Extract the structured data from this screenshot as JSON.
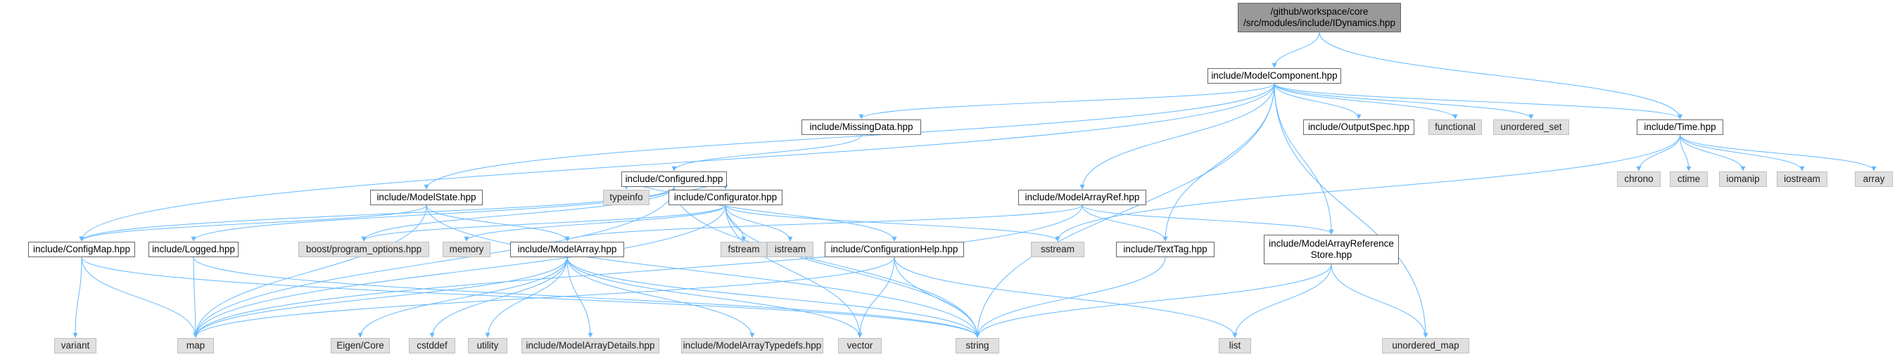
{
  "root": {
    "line1": "/github/workspace/core",
    "line2": "/src/modules/include/IDynamics.hpp"
  },
  "nodes": {
    "model_component": "include/ModelComponent.hpp",
    "missing_data": "include/MissingData.hpp",
    "output_spec": "include/OutputSpec.hpp",
    "functional": "functional",
    "unordered_set": "unordered_set",
    "time": "include/Time.hpp",
    "configured": "include/Configured.hpp",
    "chrono": "chrono",
    "ctime": "ctime",
    "iomanip": "iomanip",
    "iostream": "iostream",
    "array": "array",
    "model_state": "include/ModelState.hpp",
    "typeinfo": "typeinfo",
    "configurator": "include/Configurator.hpp",
    "model_array_ref": "include/ModelArrayRef.hpp",
    "config_map": "include/ConfigMap.hpp",
    "logged": "include/Logged.hpp",
    "boost_po": "boost/program_options.hpp",
    "memory": "memory",
    "model_array": "include/ModelArray.hpp",
    "fstream": "fstream",
    "istream": "istream",
    "configuration_help": "include/ConfigurationHelp.hpp",
    "sstream": "sstream",
    "text_tag": "include/TextTag.hpp",
    "mars_line1": "include/ModelArrayReference",
    "mars_line2": "Store.hpp",
    "variant": "variant",
    "map": "map",
    "eigen": "Eigen/Core",
    "cstddef": "cstddef",
    "utility": "utility",
    "ma_details": "include/ModelArrayDetails.hpp",
    "ma_typedefs": "include/ModelArrayTypedefs.hpp",
    "vector": "vector",
    "string": "string",
    "list": "list",
    "unordered_map": "unordered_map"
  },
  "colors": {
    "edge": "#63b8ff",
    "local_fill": "#ffffff",
    "local_border": "#666666",
    "system_fill": "#e0e0e0",
    "system_border": "#bfbfbf",
    "root_fill": "#999999"
  }
}
